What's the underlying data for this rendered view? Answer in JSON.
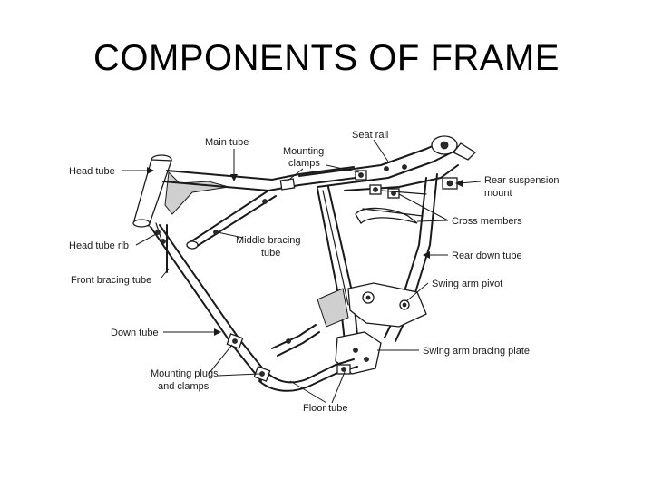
{
  "title": "COMPONENTS OF FRAME",
  "labels": {
    "head_tube": "Head tube",
    "main_tube": "Main tube",
    "mounting_clamps_1": "Mounting",
    "mounting_clamps_2": "clamps",
    "seat_rail": "Seat rail",
    "rear_suspension_mount_1": "Rear suspension",
    "rear_suspension_mount_2": "mount",
    "cross_members": "Cross members",
    "head_tube_rib": "Head tube rib",
    "middle_bracing_tube_1": "Middle bracing",
    "middle_bracing_tube_2": "tube",
    "rear_down_tube": "Rear down tube",
    "front_bracing_tube": "Front bracing tube",
    "swing_arm_pivot": "Swing arm pivot",
    "down_tube": "Down tube",
    "swing_arm_bracing_plate": "Swing arm bracing plate",
    "mounting_plugs_1": "Mounting plugs",
    "mounting_plugs_2": "and clamps",
    "floor_tube": "Floor tube"
  }
}
